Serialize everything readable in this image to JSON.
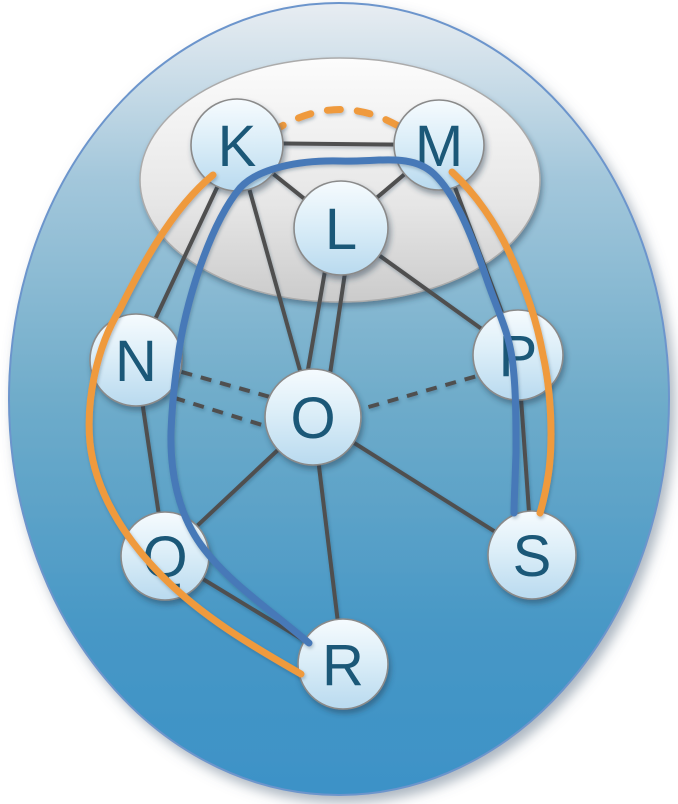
{
  "diagram": {
    "type": "graph",
    "nodes": [
      {
        "id": "K",
        "label": "K",
        "group": "top-cluster"
      },
      {
        "id": "L",
        "label": "L",
        "group": "top-cluster"
      },
      {
        "id": "M",
        "label": "M",
        "group": "top-cluster"
      },
      {
        "id": "N",
        "label": "N"
      },
      {
        "id": "O",
        "label": "O"
      },
      {
        "id": "P",
        "label": "P"
      },
      {
        "id": "Q",
        "label": "Q"
      },
      {
        "id": "R",
        "label": "R"
      },
      {
        "id": "S",
        "label": "S"
      }
    ],
    "edges": {
      "solid": [
        [
          "K",
          "L"
        ],
        [
          "K",
          "M"
        ],
        [
          "L",
          "M"
        ],
        [
          "K",
          "N"
        ],
        [
          "K",
          "O"
        ],
        [
          "L",
          "O"
        ],
        [
          "L",
          "O"
        ],
        [
          "L",
          "P"
        ],
        [
          "M",
          "P"
        ],
        [
          "N",
          "Q"
        ],
        [
          "O",
          "Q"
        ],
        [
          "O",
          "R"
        ],
        [
          "O",
          "S"
        ],
        [
          "P",
          "S"
        ],
        [
          "Q",
          "R"
        ]
      ],
      "dashed_gray": [
        [
          "N",
          "O"
        ],
        [
          "N",
          "O"
        ],
        [
          "O",
          "P"
        ]
      ],
      "dashed_orange": [
        [
          "K",
          "M"
        ]
      ]
    },
    "routes": {
      "blue": {
        "stops": [
          "R",
          "Q",
          "N",
          "K",
          "M",
          "P",
          "S"
        ],
        "style": "solid"
      },
      "orange": {
        "stops": [
          "R",
          "Q",
          "N",
          "K",
          "M",
          "P",
          "S"
        ],
        "style": "solid with dashed K-M segment"
      }
    },
    "colors": {
      "orange": "#EF9A3E",
      "route-blue": "#4779B8",
      "edge-gray": "#4F4F4F",
      "letter": "#1B5878",
      "ellipse-border": "#6C95CC",
      "ellipse-top": "#E8EDF2",
      "ellipse-bottom": "#3D92C7",
      "cluster-top": "#FCFCFC",
      "cluster-bottom": "#CBCBCB"
    }
  }
}
